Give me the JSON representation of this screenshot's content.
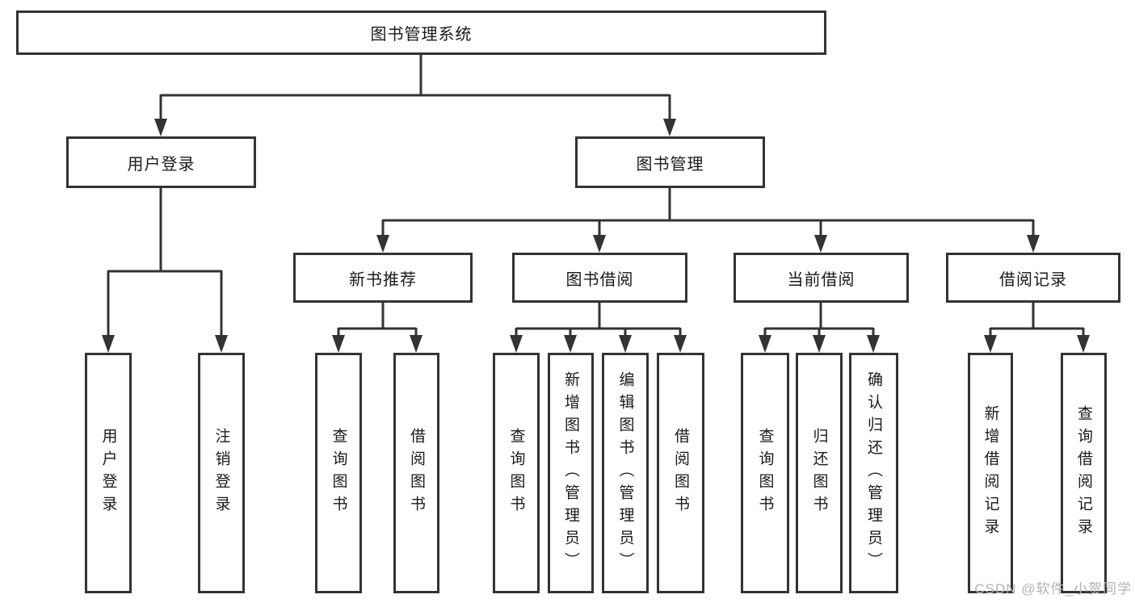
{
  "tree": {
    "label": "图书管理系统",
    "children": [
      {
        "label": "用户登录",
        "children": [
          {
            "label": "用户登录"
          },
          {
            "label": "注销登录"
          }
        ]
      },
      {
        "label": "图书管理",
        "children": [
          {
            "label": "新书推荐",
            "children": [
              {
                "label": "查询图书"
              },
              {
                "label": "借阅图书"
              }
            ]
          },
          {
            "label": "图书借阅",
            "children": [
              {
                "label": "查询图书"
              },
              {
                "label": "新增图书（管理员）"
              },
              {
                "label": "编辑图书（管理员）"
              },
              {
                "label": "借阅图书"
              }
            ]
          },
          {
            "label": "当前借阅",
            "children": [
              {
                "label": "查询图书"
              },
              {
                "label": "归还图书"
              },
              {
                "label": "确认归还（管理员）"
              }
            ]
          },
          {
            "label": "借阅记录",
            "children": [
              {
                "label": "新增借阅记录"
              },
              {
                "label": "查询借阅记录"
              }
            ]
          }
        ]
      }
    ]
  },
  "watermark": "CSDN @软件_小贺同学",
  "colors": {
    "line": "#333333",
    "box_border": "#333333",
    "text": "#1a1a1a",
    "watermark": "#b3b3b3",
    "background": "#ffffff"
  }
}
